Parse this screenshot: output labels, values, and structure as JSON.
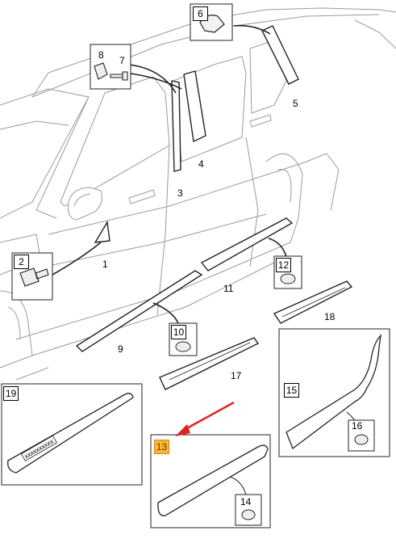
{
  "diagram": {
    "callouts": [
      "1",
      "2",
      "3",
      "4",
      "5",
      "6",
      "7",
      "8",
      "9",
      "10",
      "11",
      "12",
      "13",
      "14",
      "15",
      "16",
      "17",
      "18",
      "19"
    ],
    "highlighted_callout": "13",
    "highlight_color": "#f5b83a",
    "arrow_color": "#e0241b",
    "line_color": "#555555",
    "badge_text": "XXXXXXXXXX"
  }
}
